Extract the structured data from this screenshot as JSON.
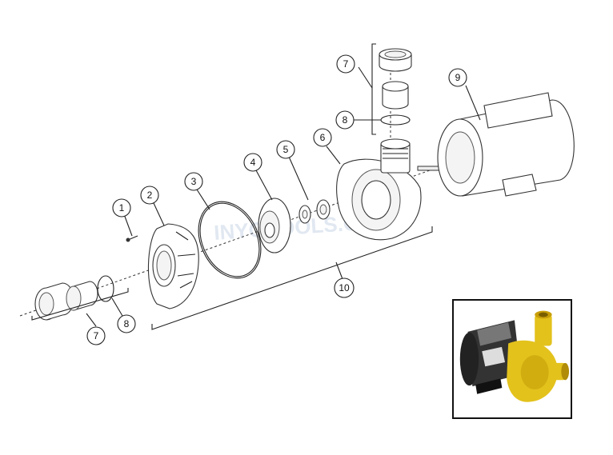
{
  "callouts": [
    {
      "id": "c1",
      "label": "1"
    },
    {
      "id": "c2",
      "label": "2"
    },
    {
      "id": "c3",
      "label": "3"
    },
    {
      "id": "c4",
      "label": "4"
    },
    {
      "id": "c5",
      "label": "5"
    },
    {
      "id": "c6",
      "label": "6"
    },
    {
      "id": "c7a",
      "label": "7"
    },
    {
      "id": "c7b",
      "label": "7"
    },
    {
      "id": "c8a",
      "label": "8"
    },
    {
      "id": "c8b",
      "label": "8"
    },
    {
      "id": "c9",
      "label": "9"
    },
    {
      "id": "c10",
      "label": "10"
    }
  ],
  "watermark": "INYOPOOLS.COM",
  "colors": {
    "pump_body": "#e3c21c",
    "motor": "#3a3a3a",
    "line": "#222222"
  }
}
